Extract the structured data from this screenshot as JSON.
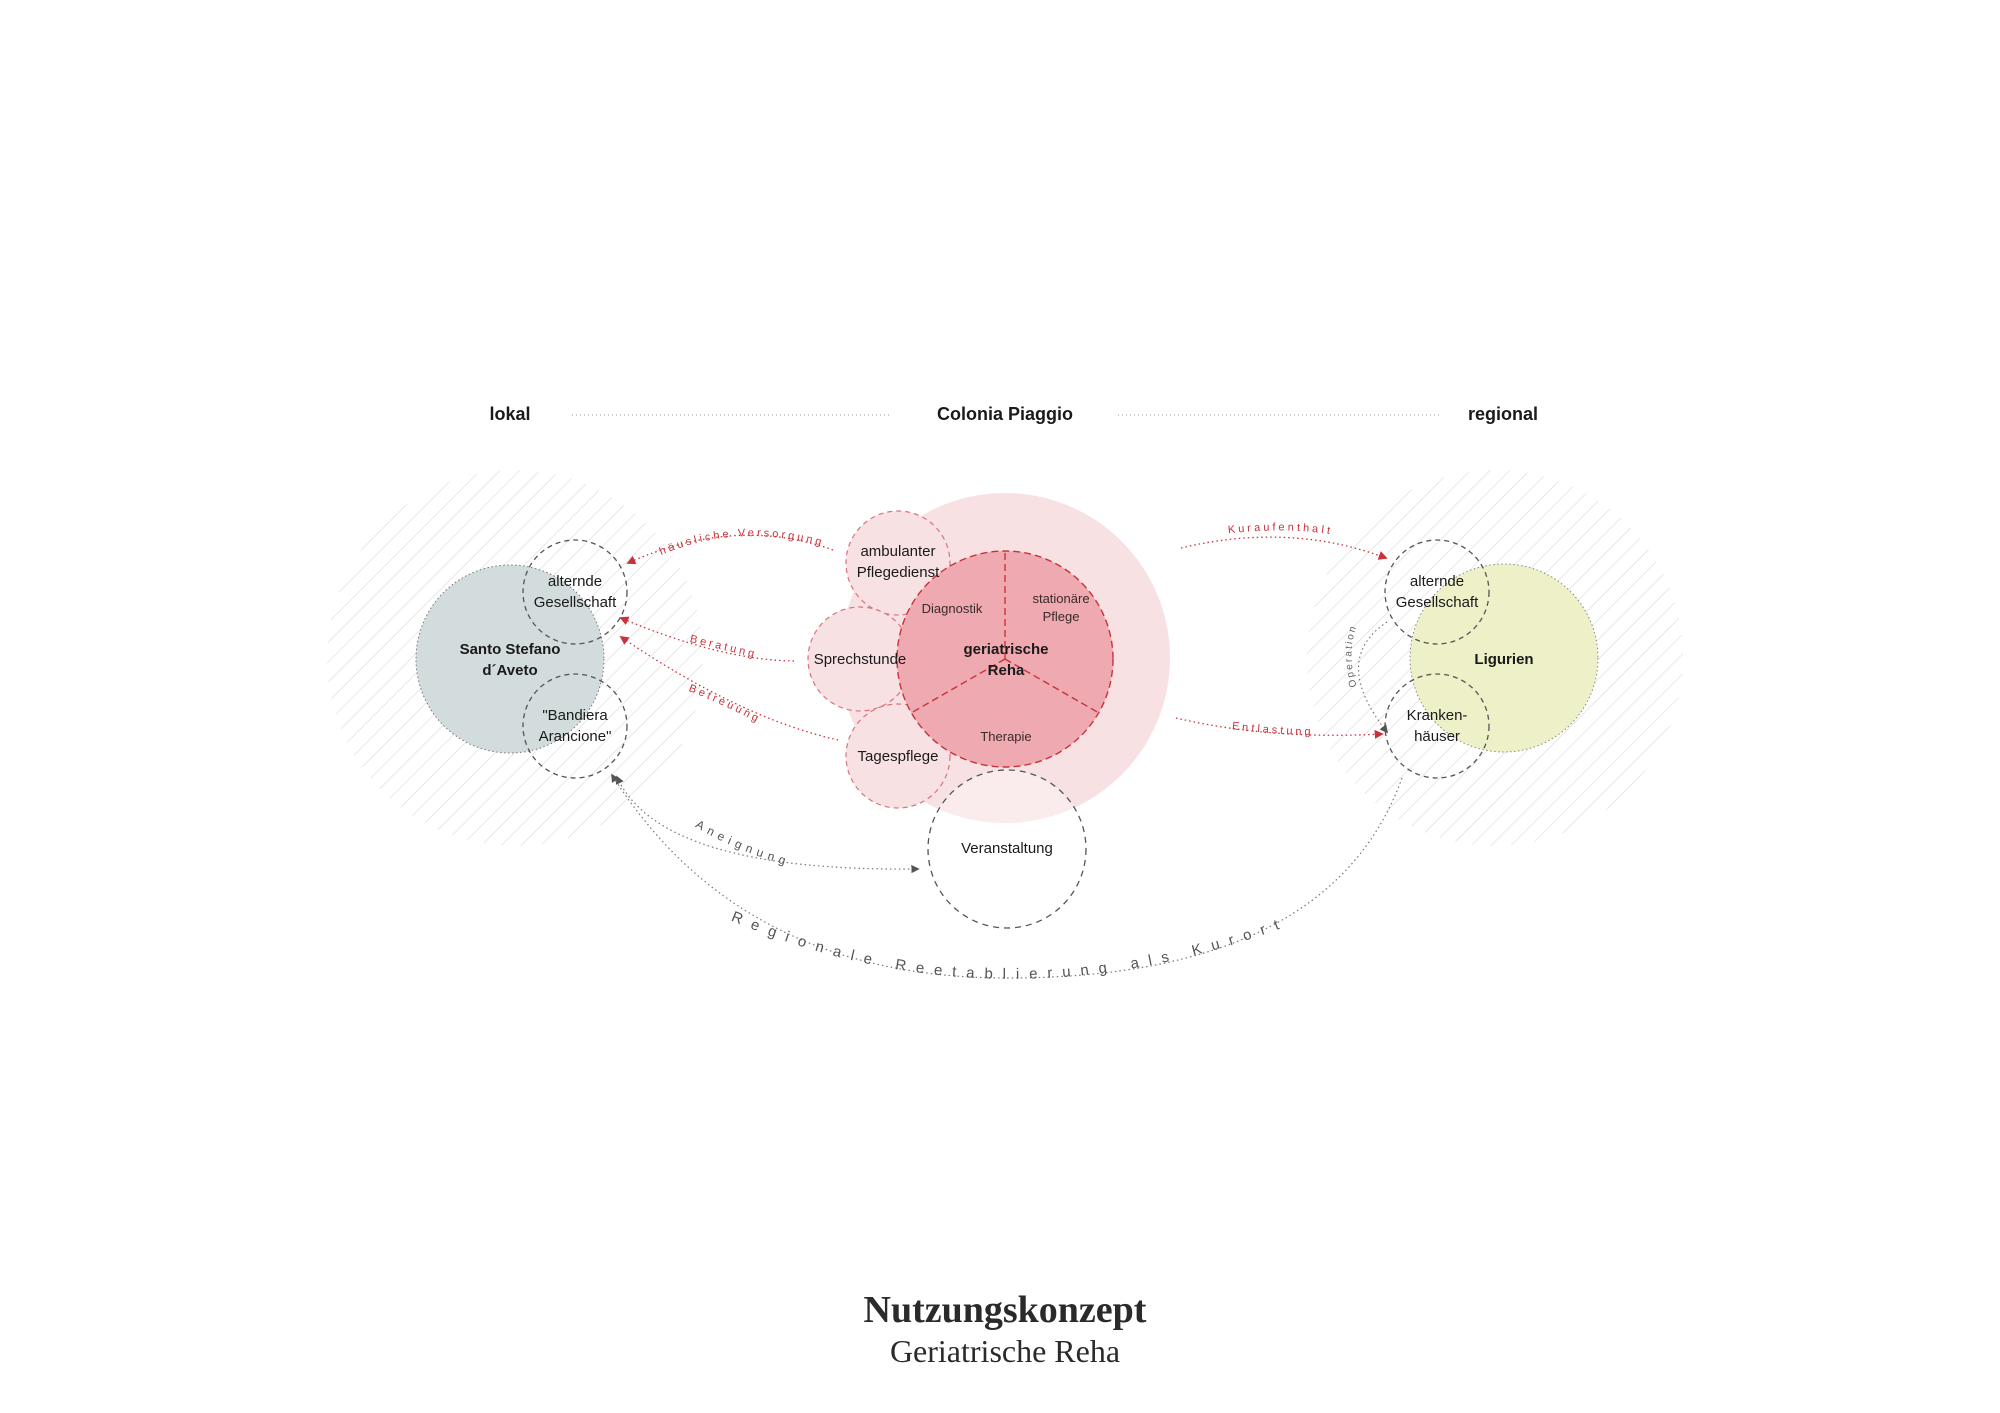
{
  "headers": {
    "left": "lokal",
    "center": "Colonia Piaggio",
    "right": "regional"
  },
  "colors": {
    "red": "#c8323c",
    "pink_halo": "#f8e1e3",
    "core_fill": "#eeaab0",
    "local_fill": "#d2dcdc",
    "regional_fill": "#eef0c8",
    "hatch": "#d8d8d8",
    "grey_line": "#777777"
  },
  "center": {
    "core_line1": "geriatrische",
    "core_line2": "Reha",
    "segments": {
      "diagnostik": "Diagnostik",
      "stationaer_line1": "stationäre",
      "stationaer_line2": "Pflege",
      "therapie": "Therapie"
    },
    "satellites": {
      "ambulant_line1": "ambulanter",
      "ambulant_line2": "Pflegedienst",
      "sprechstunde": "Sprechstunde",
      "tagespflege": "Tagespflege",
      "veranstaltung": "Veranstaltung"
    }
  },
  "local": {
    "main_line1": "Santo Stefano",
    "main_line2": "d´Aveto",
    "sub1_line1": "alternde",
    "sub1_line2": "Gesellschaft",
    "sub2_line1": "\"Bandiera",
    "sub2_line2": "Arancione\""
  },
  "regional": {
    "main": "Ligurien",
    "sub1_line1": "alternde",
    "sub1_line2": "Gesellschaft",
    "sub2_line1": "Kranken-",
    "sub2_line2": "häuser"
  },
  "flows": {
    "haeusliche_versorgung": "häusliche Versorgung",
    "beratung": "Beratung",
    "betreuung": "Betreuung",
    "kuraufenthalt": "Kuraufenthalt",
    "entlastung": "Entlastung",
    "operation": "Operation",
    "aneignung": "Aneignung",
    "regionale": "Regionale Reetablierung als Kurort"
  },
  "caption": {
    "title": "Nutzungskonzept",
    "subtitle": "Geriatrische Reha"
  }
}
